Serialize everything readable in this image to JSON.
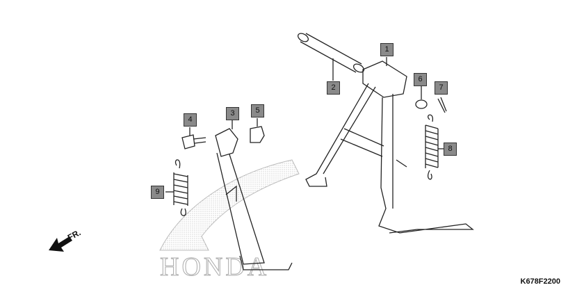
{
  "diagram": {
    "callouts": [
      {
        "id": "1",
        "label": "1"
      },
      {
        "id": "2",
        "label": "2"
      },
      {
        "id": "3",
        "label": "3"
      },
      {
        "id": "4",
        "label": "4"
      },
      {
        "id": "5",
        "label": "5"
      },
      {
        "id": "6",
        "label": "6"
      },
      {
        "id": "7",
        "label": "7"
      },
      {
        "id": "8",
        "label": "8"
      },
      {
        "id": "9",
        "label": "9"
      }
    ],
    "direction_label": "FR.",
    "diagram_code": "K678F2200",
    "watermark": "HONDA"
  },
  "colors": {
    "callout_fill": "#8a8a8a",
    "line": "#222222",
    "watermark": "#aaaaaa"
  }
}
